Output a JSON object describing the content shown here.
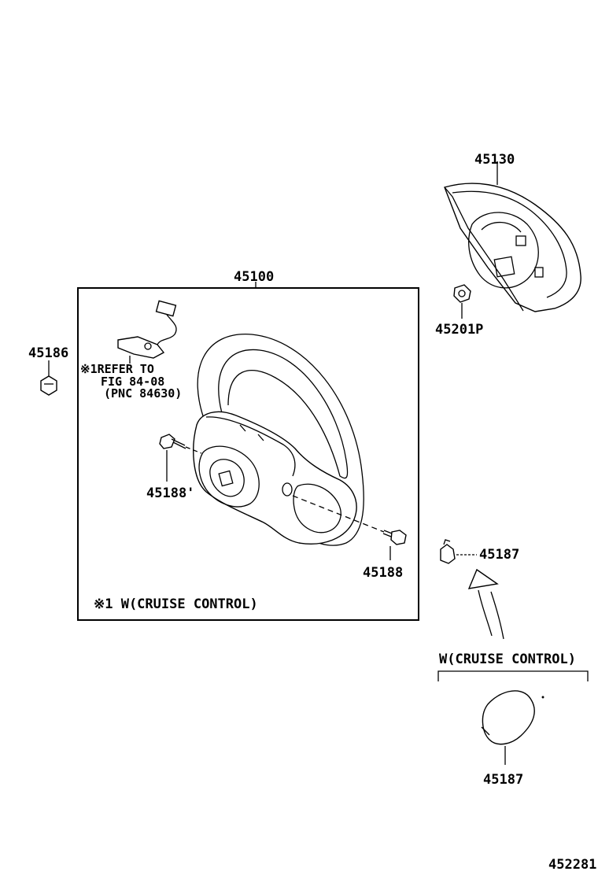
{
  "labels": {
    "p45130": "45130",
    "p45201p": "45201P",
    "p45100": "45100",
    "p45186": "45186",
    "refer_line1": "※1REFER TO",
    "refer_line2": "FIG 84-08",
    "refer_line3": "(PNC 84630)",
    "p45188a": "45188'",
    "p45188b": "45188",
    "box_note": "※1 W(CRUISE CONTROL)",
    "p45187a": "45187",
    "cruise_note": "W(CRUISE CONTROL)",
    "p45187b": "45187",
    "figure_code": "452281"
  }
}
